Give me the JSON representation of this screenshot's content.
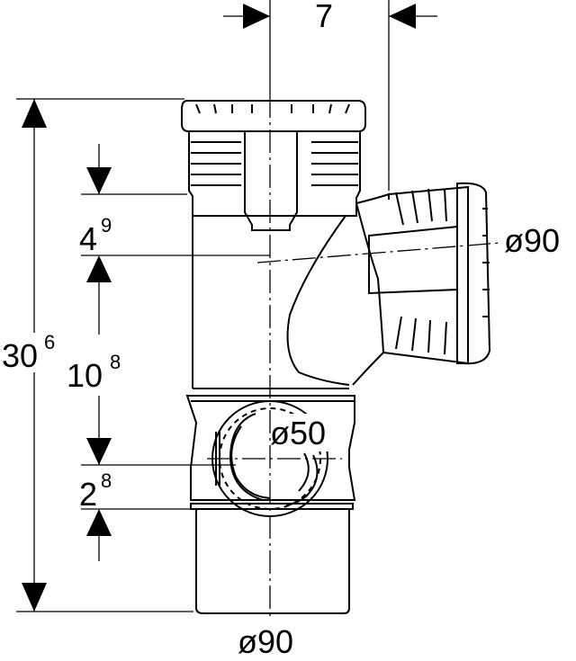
{
  "dimensions": {
    "top_offset": "7",
    "upper_distance": {
      "base": "4",
      "sup": "9"
    },
    "middle_distance": {
      "base": "10",
      "sup": "8"
    },
    "lower_distance": {
      "base": "2",
      "sup": "8"
    },
    "overall_height": {
      "base": "30",
      "sup": "6"
    }
  },
  "diameters": {
    "branch": "ø90",
    "side_inlet": "ø50",
    "bottom": "ø90"
  }
}
